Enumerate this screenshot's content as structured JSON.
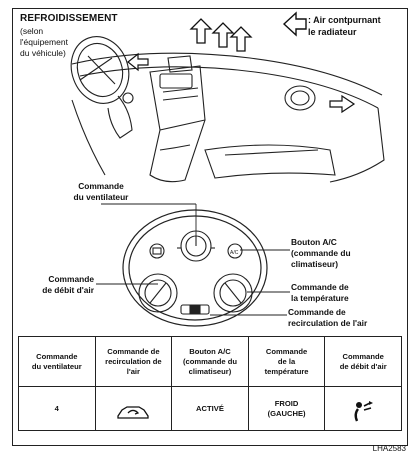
{
  "title": "REFROIDISSEMENT",
  "subtitle": "(selon\nl'équipement\ndu véhicule)",
  "legend": {
    "text": ": Air contpurnant\nle radiateur",
    "icon": "outline-arrow-left-icon"
  },
  "callouts": {
    "ventilateur": "Commande\ndu ventilateur",
    "debit_air": "Commande\nde débit d'air",
    "ac": "Bouton A/C\n(commande du\nclimatiseur)",
    "temperature": "Commande de\nla température",
    "recirculation": "Commande de\nrecirculation de l'air"
  },
  "table": {
    "headers": [
      "Commande\ndu ventilateur",
      "Commande de\nrecirculation de l'air",
      "Bouton A/C\n(commande du\nclimatiseur)",
      "Commande\nde la\ntempérature",
      "Commande\nde débit d'air"
    ],
    "values": {
      "ventilateur": "4",
      "recirculation_icon": "car-recirculation-icon",
      "ac": "ACTIVÉ",
      "temperature": "FROID\n(GAUCHE)",
      "debit_air_icon": "face-vent-airflow-icon"
    }
  },
  "reference": "LHA2583"
}
